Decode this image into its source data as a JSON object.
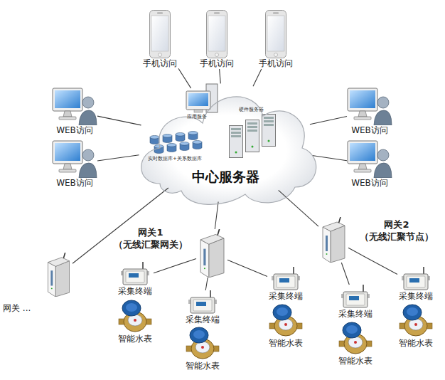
{
  "diagram": {
    "nodes": [
      {
        "text": [
          "手机访问"
        ]
      },
      {
        "text": [
          "手机访问"
        ]
      },
      {
        "text": [
          "手机访问"
        ]
      },
      {
        "text": [
          "WEB访问"
        ]
      },
      {
        "text": [
          "WEB访问"
        ]
      },
      {
        "text": [
          "WEB访问"
        ]
      },
      {
        "text": [
          "WEB访问"
        ]
      },
      {
        "text": [
          "中心服务器"
        ]
      },
      {
        "text": [
          "网关1 （无线汇聚网关）"
        ]
      },
      {
        "text": [
          "网关2 （无线汇聚节点）"
        ]
      },
      {
        "text": [
          "网关 ..."
        ]
      },
      {
        "text": [
          "采集终端"
        ]
      },
      {
        "text": [
          "采集终端"
        ]
      },
      {
        "text": [
          "采集终端"
        ]
      },
      {
        "text": [
          "采集终端"
        ]
      },
      {
        "text": [
          "采集终端"
        ]
      },
      {
        "text": [
          "智能水表"
        ]
      },
      {
        "text": [
          "智能水表"
        ]
      },
      {
        "text": [
          "智能水表"
        ]
      },
      {
        "text": [
          "智能水表"
        ]
      },
      {
        "text": [
          "智能水表"
        ]
      }
    ],
    "edges": [
      {
        "from": 0,
        "to": 7,
        "arrow": "none"
      },
      {
        "from": 1,
        "to": 7,
        "arrow": "none"
      },
      {
        "from": 2,
        "to": 7,
        "arrow": "none"
      },
      {
        "from": 3,
        "to": 7,
        "arrow": "none"
      },
      {
        "from": 4,
        "to": 7,
        "arrow": "none"
      },
      {
        "from": 5,
        "to": 7,
        "arrow": "none"
      },
      {
        "from": 6,
        "to": 7,
        "arrow": "none"
      },
      {
        "from": 7,
        "to": 10,
        "arrow": "none"
      },
      {
        "from": 7,
        "to": 8,
        "arrow": "none"
      },
      {
        "from": 7,
        "to": 9,
        "arrow": "none"
      },
      {
        "from": 8,
        "to": 11,
        "arrow": "none"
      },
      {
        "from": 8,
        "to": 12,
        "arrow": "none"
      },
      {
        "from": 8,
        "to": 13,
        "arrow": "none"
      },
      {
        "from": 9,
        "to": 14,
        "arrow": "none"
      },
      {
        "from": 9,
        "to": 15,
        "arrow": "none"
      }
    ],
    "labels": [
      "应用服务",
      "硬件服务器",
      "实时数据库+关系数据库"
    ]
  }
}
